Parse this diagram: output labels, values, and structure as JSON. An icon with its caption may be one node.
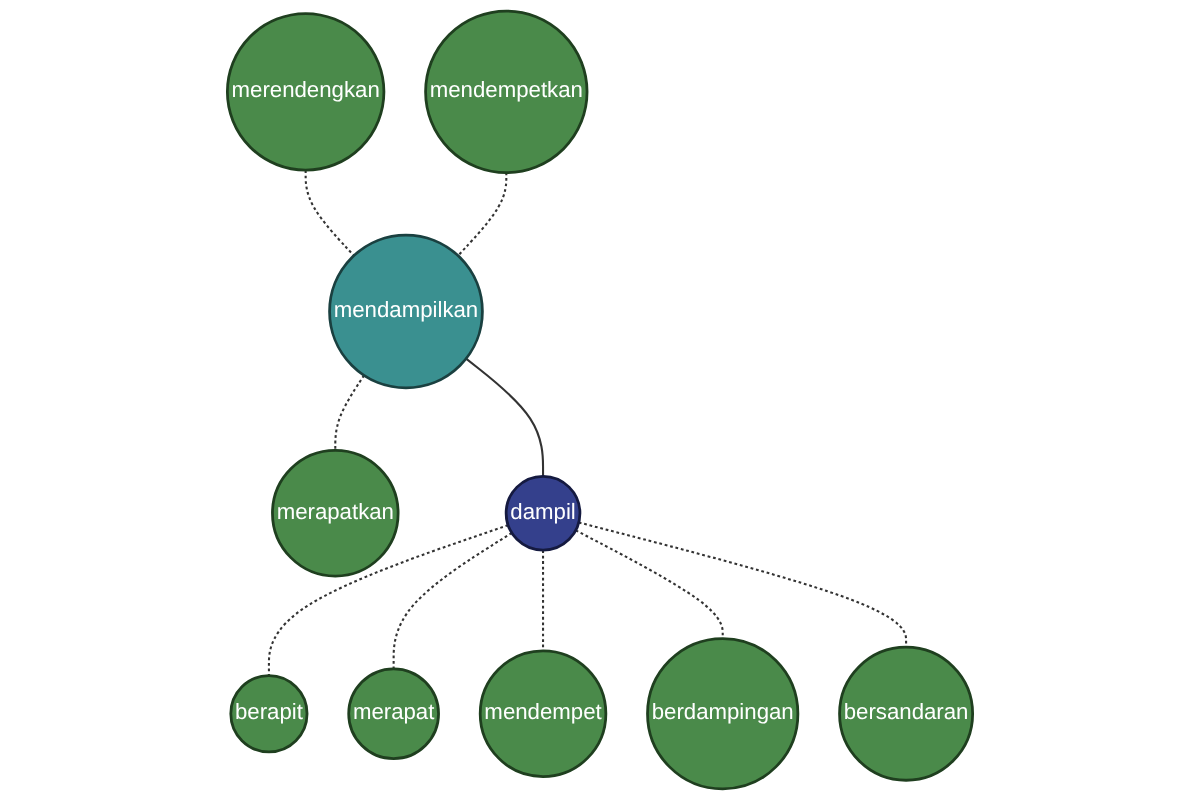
{
  "diagram": {
    "nodes": [
      {
        "text": [
          "merendengkan"
        ]
      },
      {
        "text": [
          "mendempetkan"
        ]
      },
      {
        "text": [
          "mendampilkan"
        ]
      },
      {
        "text": [
          "merapatkan"
        ]
      },
      {
        "text": [
          "dampil"
        ]
      },
      {
        "text": [
          "berapit"
        ]
      },
      {
        "text": [
          "bersandaran"
        ]
      },
      {
        "text": [
          "mendempet"
        ]
      },
      {
        "text": [
          "merapat"
        ]
      },
      {
        "text": [
          "berdampingan"
        ]
      }
    ],
    "edges": [
      {
        "from": 0,
        "to": 2,
        "arrow": "none",
        "style": "dashed"
      },
      {
        "from": 1,
        "to": 2,
        "arrow": "none",
        "style": "dashed"
      },
      {
        "from": 2,
        "to": 4,
        "arrow": "none"
      },
      {
        "from": 2,
        "to": 3,
        "arrow": "none",
        "style": "dashed"
      },
      {
        "from": 4,
        "to": 5,
        "arrow": "none",
        "style": "dashed"
      },
      {
        "from": 4,
        "to": 8,
        "arrow": "none",
        "style": "dashed"
      },
      {
        "from": 4,
        "to": 7,
        "arrow": "none",
        "style": "dashed"
      },
      {
        "from": 4,
        "to": 9,
        "arrow": "none",
        "style": "dashed"
      },
      {
        "from": 4,
        "to": 6,
        "arrow": "none",
        "style": "dashed"
      }
    ]
  }
}
